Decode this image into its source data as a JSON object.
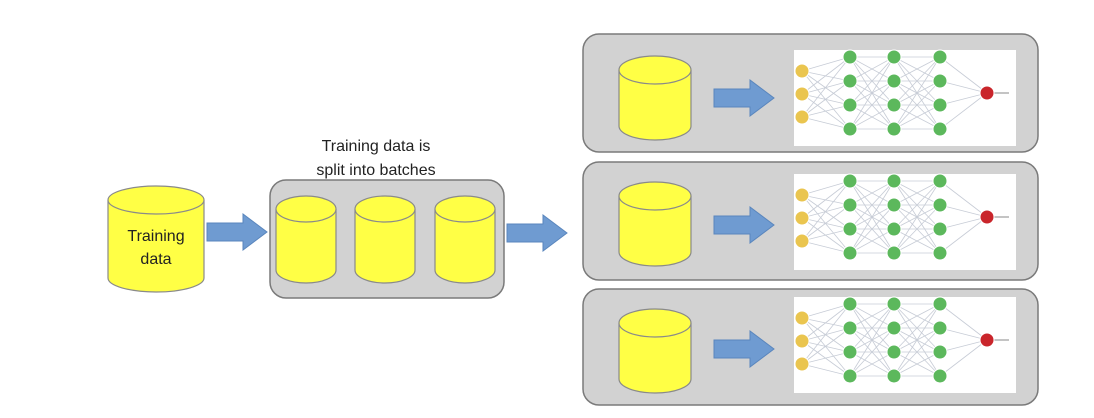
{
  "diagram": {
    "source_label_line1": "Training",
    "source_label_line2": "data",
    "batches_caption_line1": "Training data is",
    "batches_caption_line2": "split into batches",
    "batch_count": 3,
    "worker_count": 3
  },
  "network": {
    "layers": [
      3,
      4,
      4,
      4,
      1
    ]
  },
  "colors": {
    "cylinder_fill": "#ffff45",
    "cylinder_stroke": "#8a8a8a",
    "arrow_fill": "#6f9bd1",
    "arrow_stroke": "#5a86bd",
    "panel_fill": "#d2d2d2",
    "panel_stroke": "#7a7a7a",
    "input_node": "#eac54f",
    "hidden_node": "#5cb85c",
    "output_node": "#c9252b",
    "edge": "#c7ccd6"
  }
}
